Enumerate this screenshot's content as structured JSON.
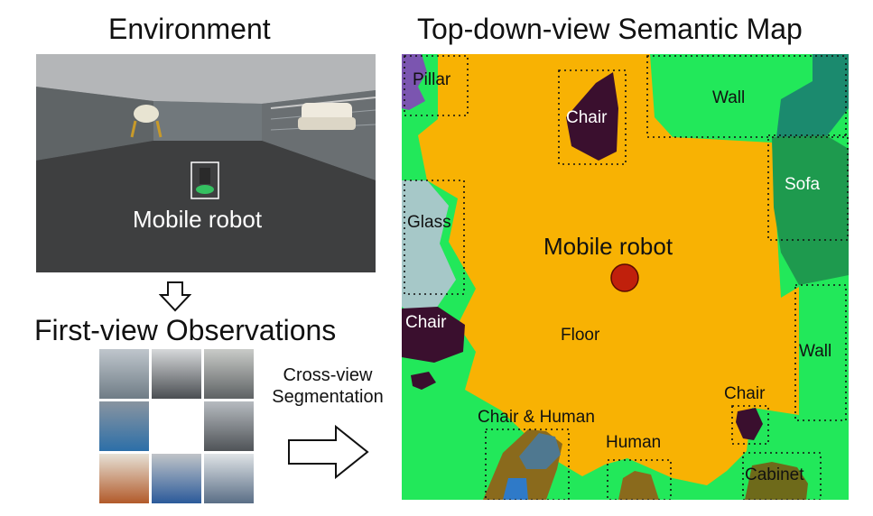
{
  "environment": {
    "title": "Environment",
    "robot_label": "Mobile robot"
  },
  "observations": {
    "title": "First-view Observations",
    "thumbnails": [
      {
        "id": "t1",
        "tone": "#8c9aa6"
      },
      {
        "id": "t2",
        "tone": "#6d7479"
      },
      {
        "id": "t3",
        "tone": "#7a7e82"
      },
      {
        "id": "t4",
        "tone": "#6a7786"
      },
      {
        "id": "t5",
        "tone": "#7d8288"
      },
      {
        "id": "t6",
        "tone": "#a8a39a"
      },
      {
        "id": "t7",
        "tone": "#6e6a64"
      },
      {
        "id": "t8",
        "tone": "#9aa0a6"
      }
    ]
  },
  "segmentation": {
    "label_line1": "Cross-view",
    "label_line2": "Segmentation"
  },
  "semantic_map": {
    "title": "Top-down-view Semantic Map",
    "center_label": "Mobile robot",
    "colors": {
      "floor": "#f8b203",
      "wall": "#22e85a",
      "wall_dark": "#1b8a6e",
      "sofa": "#1e9a4e",
      "chair": "#3a0f2e",
      "pillar": "#7b55b0",
      "glass": "#a6c8c8",
      "cabinet": "#6e6a1a",
      "human": "#8a6a1c",
      "robot": "#c0200c"
    },
    "labels": {
      "pillar": "Pillar",
      "chair_top": "Chair",
      "wall_top": "Wall",
      "sofa": "Sofa",
      "glass": "Glass",
      "chair_left": "Chair",
      "floor": "Floor",
      "wall_right": "Wall",
      "chair_right": "Chair",
      "chair_human": "Chair & Human",
      "human": "Human",
      "cabinet": "Cabinet"
    }
  }
}
